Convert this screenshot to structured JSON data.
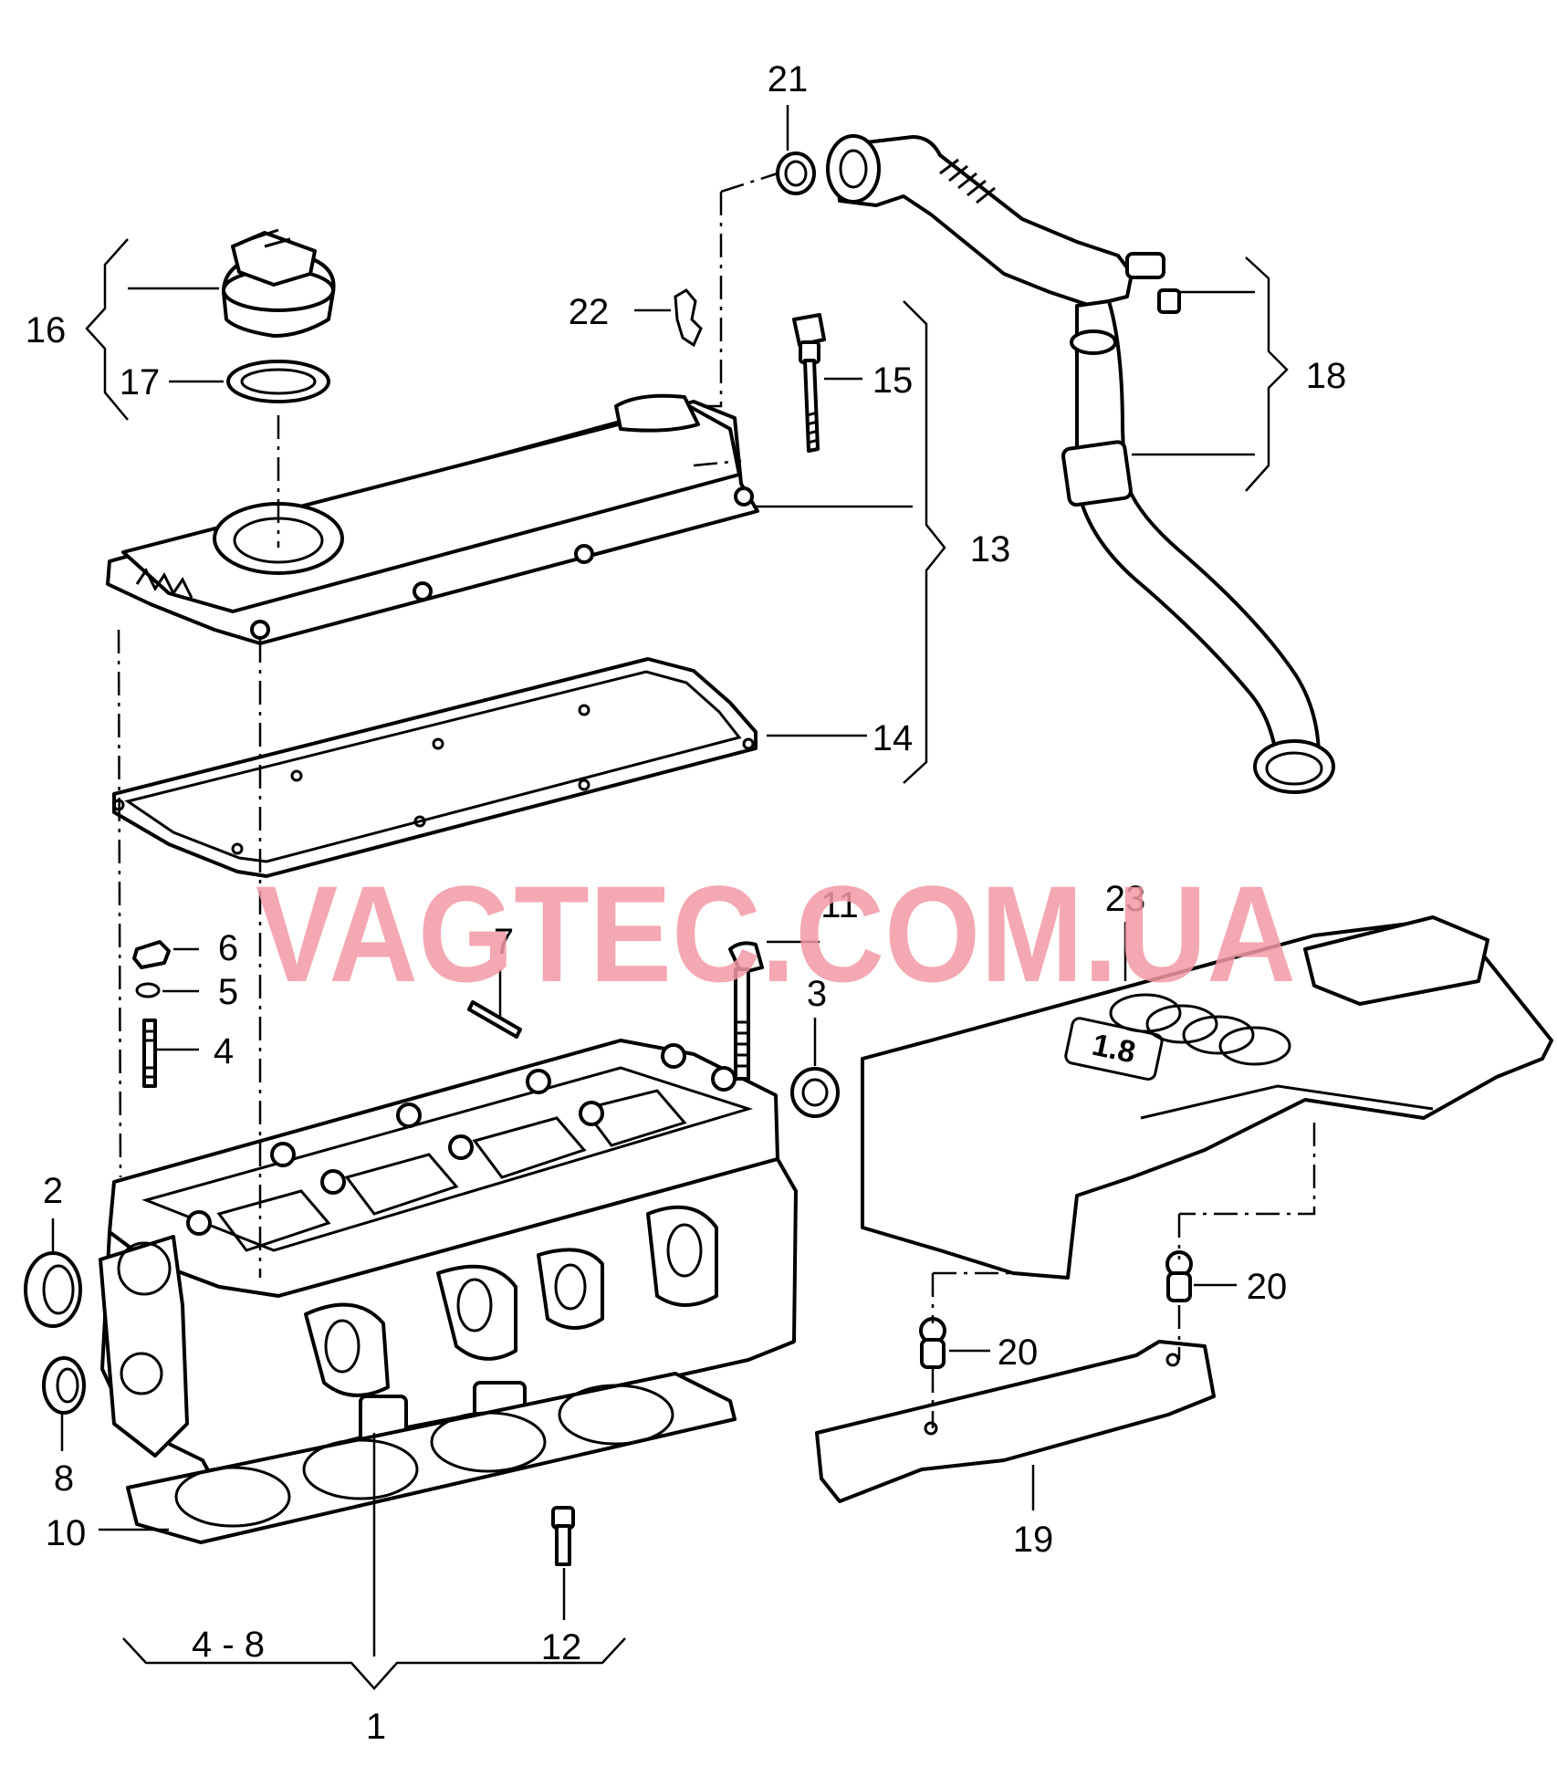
{
  "diagram": {
    "watermark": "VAGTEC.COM.UA",
    "callouts": {
      "c1": "1",
      "c2": "2",
      "c3": "3",
      "c4": "4",
      "c5": "5",
      "c6": "6",
      "c7": "7",
      "c8": "8",
      "c10": "10",
      "c11": "11",
      "c12": "12",
      "c13": "13",
      "c14": "14",
      "c15": "15",
      "c16": "16",
      "c17": "17",
      "c18": "18",
      "c19": "19",
      "c20a": "20",
      "c20b": "20",
      "c21": "21",
      "c22": "22",
      "c23": "23",
      "range_4_8": "4 - 8"
    },
    "cover_badge": "1.8"
  }
}
